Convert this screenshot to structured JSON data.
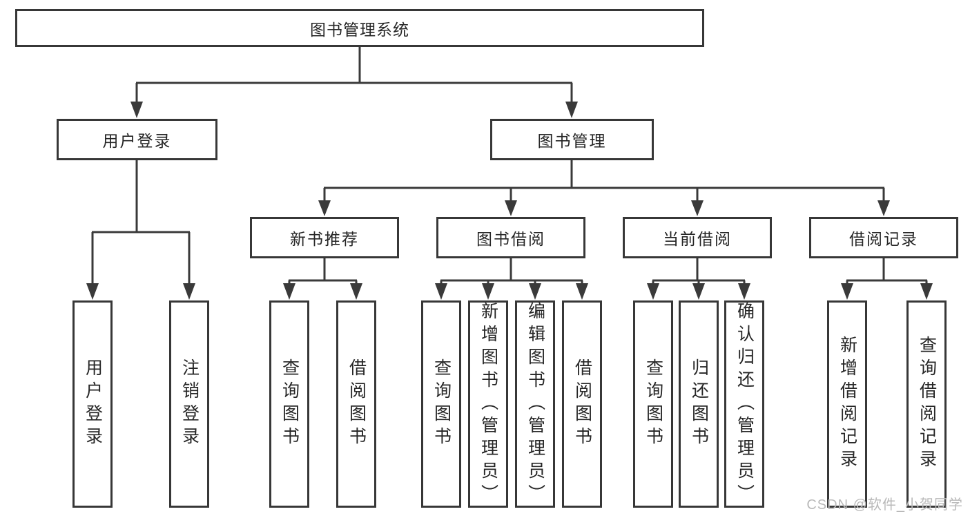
{
  "diagram_type": "hierarchy-tree",
  "tree": {
    "label": "图书管理系统",
    "children": [
      {
        "label": "用户登录",
        "children": [
          {
            "label": "用户登录"
          },
          {
            "label": "注销登录"
          }
        ]
      },
      {
        "label": "图书管理",
        "children": [
          {
            "label": "新书推荐",
            "children": [
              {
                "label": "查询图书"
              },
              {
                "label": "借阅图书"
              }
            ]
          },
          {
            "label": "图书借阅",
            "children": [
              {
                "label": "查询图书"
              },
              {
                "label": "新增图书（管理员）"
              },
              {
                "label": "编辑图书（管理员）"
              },
              {
                "label": "借阅图书"
              }
            ]
          },
          {
            "label": "当前借阅",
            "children": [
              {
                "label": "查询图书"
              },
              {
                "label": "归还图书"
              },
              {
                "label": "确认归还（管理员）"
              }
            ]
          },
          {
            "label": "借阅记录",
            "children": [
              {
                "label": "新增借阅记录"
              },
              {
                "label": "查询借阅记录"
              }
            ]
          }
        ]
      }
    ]
  },
  "watermark": "CSDN @软件_小贺同学",
  "colors": {
    "background": "#ffffff",
    "line": "#3a3a3a",
    "box_border": "#373737",
    "text": "#262626",
    "watermark": "#b9b9b9"
  }
}
